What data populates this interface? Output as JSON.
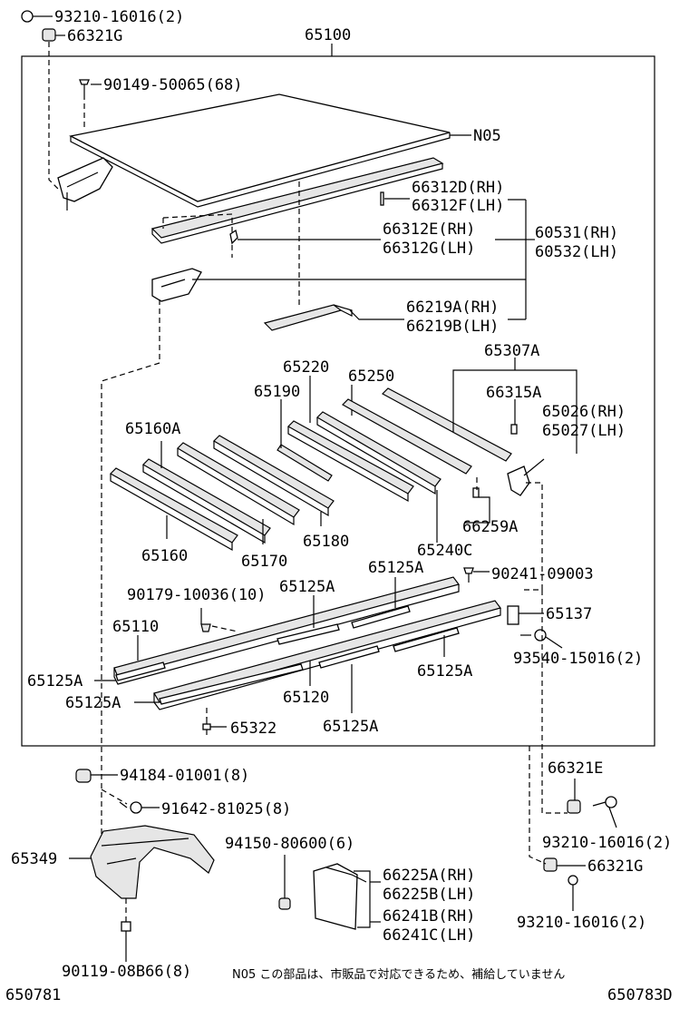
{
  "labels": {
    "p93210_16016_2_top": "93210-16016(2)",
    "p66321G_top": "66321G",
    "p65100": "65100",
    "p90149": "90149-50065(68)",
    "pN05": "N05",
    "p66312D": "66312D(RH)",
    "p66312F": "66312F(LH)",
    "p66312E": "66312E(RH)",
    "p66312G": "66312G(LH)",
    "p60531": "60531(RH)",
    "p60532": "60532(LH)",
    "p66219A": "66219A(RH)",
    "p66219B": "66219B(LH)",
    "p65307A": "65307A",
    "p66315A": "66315A",
    "p65026": "65026(RH)",
    "p65027": "65027(LH)",
    "p65220": "65220",
    "p65250": "65250",
    "p65190": "65190",
    "p65160A": "65160A",
    "p66259A": "66259A",
    "p65240C": "65240C",
    "p65160": "65160",
    "p65170": "65170",
    "p65180": "65180",
    "p65125A_1": "65125A",
    "p65125A_2": "65125A",
    "p90241": "90241-09003",
    "p90179": "90179-10036(10)",
    "p65110": "65110",
    "p65137": "65137",
    "p93540": "93540-15016(2)",
    "p65125A_3": "65125A",
    "p65125A_4": "65125A",
    "p65125A_5": "65125A",
    "p65120": "65120",
    "p65322": "65322",
    "p65125A_6": "65125A",
    "p66321E": "66321E",
    "p94184": "94184-01001(8)",
    "p91642": "91642-81025(8)",
    "p93210_16016_2_mid": "93210-16016(2)",
    "p65349": "65349",
    "p94150": "94150-80600(6)",
    "p66321G_bot": "66321G",
    "p66225A": "66225A(RH)",
    "p66225B": "66225B(LH)",
    "p66241B": "66241B(RH)",
    "p66241C": "66241C(LH)",
    "p93210_16016_2_bot": "93210-16016(2)",
    "p90119": "90119-08B66(8)"
  },
  "note": "N05  この部品は、市販品で対応できるため、補給していません",
  "footer": {
    "left_code": "650781",
    "right_code": "650783D"
  }
}
